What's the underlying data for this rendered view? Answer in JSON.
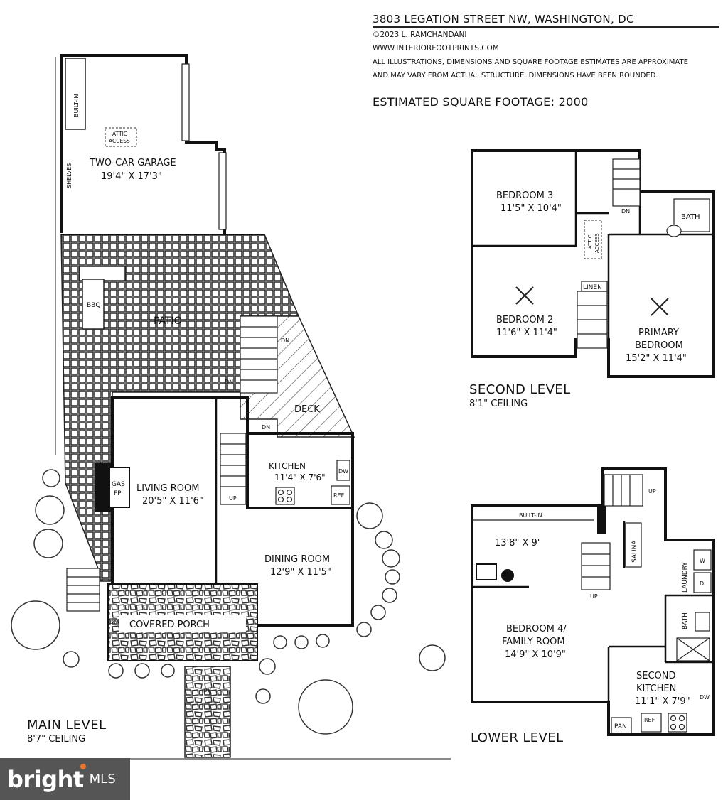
{
  "header": {
    "address": "3803 LEGATION STREET NW, WASHINGTON, DC",
    "copyright": "©2023 L. RAMCHANDANI",
    "website": "WWW.INTERIORFOOTPRINTS.COM",
    "disclaimer_line1": "ALL ILLUSTRATIONS, DIMENSIONS AND SQUARE FOOTAGE ESTIMATES ARE APPROXIMATE",
    "disclaimer_line2": "AND MAY VARY FROM ACTUAL STRUCTURE. DIMENSIONS HAVE BEEN ROUNDED.",
    "sqft": "ESTIMATED SQUARE FOOTAGE: 2000"
  },
  "main_level": {
    "title": "MAIN LEVEL",
    "ceiling": "8'7\" CEILING",
    "garage": {
      "name": "TWO-CAR GARAGE",
      "dims": "19'4\" X 17'3\""
    },
    "built_in": "BUILT-IN",
    "shelves": "SHELVES",
    "attic_1": "ATTIC",
    "attic_2": "ACCESS",
    "patio": "PATIO",
    "bbq": "BBQ",
    "deck": "DECK",
    "gas": "GAS",
    "fp": "FP",
    "living": {
      "name": "LIVING ROOM",
      "dims": "20'5\" X 11'6\""
    },
    "kitchen": {
      "name": "KITCHEN",
      "dims": "11'4\" X 7'6\""
    },
    "dw": "DW",
    "ref": "REF",
    "dining": {
      "name": "DINING ROOM",
      "dims": "12'9\" X 11'5\""
    },
    "porch": "COVERED PORCH",
    "dn": "DN",
    "up": "UP"
  },
  "second_level": {
    "title": "SECOND LEVEL",
    "ceiling": "8'1\" CEILING",
    "bedroom3": {
      "name": "BEDROOM 3",
      "dims": "11'5\" X 10'4\""
    },
    "bedroom2": {
      "name": "BEDROOM 2",
      "dims": "11'6\" X 11'4\""
    },
    "primary_1": "PRIMARY",
    "primary_2": "BEDROOM",
    "primary_dims": "15'2\" X 11'4\"",
    "bath": "BATH",
    "linen": "LINEN",
    "attic_1": "ATTIC",
    "attic_2": "ACCESS",
    "dn": "DN"
  },
  "lower_level": {
    "title": "LOWER LEVEL",
    "built_in": "BUILT-IN",
    "rec_dims": "13'8\" X 9'",
    "sauna": "SAUNA",
    "laundry": "LAUNDRY",
    "w": "W",
    "d": "D",
    "bath": "BATH",
    "bedroom4_1": "BEDROOM 4/",
    "bedroom4_2": "FAMILY ROOM",
    "bedroom4_dims": "14'9\" X 10'9\"",
    "kitchen2_1": "SECOND",
    "kitchen2_2": "KITCHEN",
    "kitchen2_dims": "11'1\" X 7'9\"",
    "dw": "DW",
    "ref": "REF",
    "pan": "PAN",
    "up": "UP"
  },
  "brand": {
    "name": "bright",
    "suffix": "MLS"
  }
}
